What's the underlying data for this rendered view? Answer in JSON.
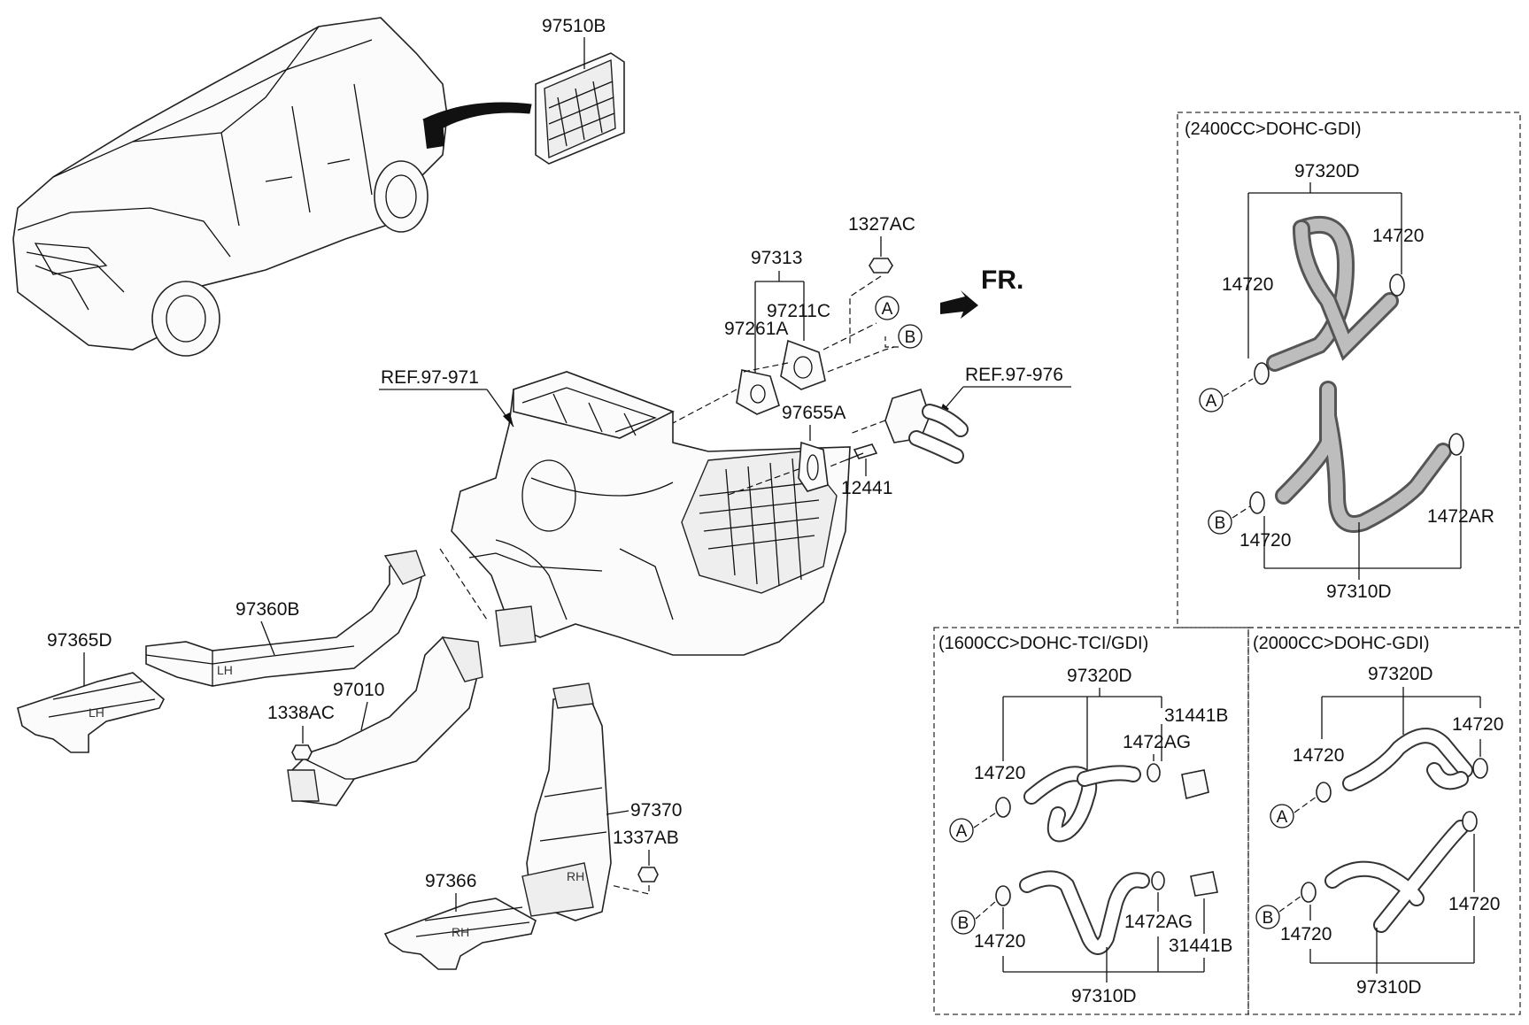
{
  "orientation": {
    "front_label": "FR."
  },
  "references": {
    "ref_left": "REF.97-971",
    "ref_right": "REF.97-976"
  },
  "parts": {
    "p97510B": "97510B",
    "p1327AC": "1327AC",
    "p97313": "97313",
    "p97211C": "97211C",
    "p97261A": "97261A",
    "p97655A": "97655A",
    "p12441": "12441",
    "p97360B": "97360B",
    "p97365D": "97365D",
    "p97010": "97010",
    "p1338AC": "1338AC",
    "p97370": "97370",
    "p1337AB": "1337AB",
    "p97366": "97366"
  },
  "callouts": {
    "a": "A",
    "b": "B"
  },
  "panel_2400": {
    "title": "(2400CC>DOHC-GDI)",
    "upper_hose": "97320D",
    "clamp_right": "14720",
    "clamp_left": "14720",
    "clamp_b": "14720",
    "clamp_ar": "1472AR",
    "lower_hose": "97310D"
  },
  "panel_1600": {
    "title": "(1600CC>DOHC-TCI/GDI)",
    "upper_hose": "97320D",
    "connector_upper": "31441B",
    "clamp_ag_upper": "1472AG",
    "clamp_a": "14720",
    "clamp_ag_lower": "1472AG",
    "clamp_b": "14720",
    "connector_lower": "31441B",
    "lower_hose": "97310D"
  },
  "panel_2000": {
    "title": "(2000CC>DOHC-GDI)",
    "upper_hose": "97320D",
    "clamp_right": "14720",
    "clamp_left": "14720",
    "clamp_lower_right": "14720",
    "clamp_b": "14720",
    "lower_hose": "97310D"
  }
}
